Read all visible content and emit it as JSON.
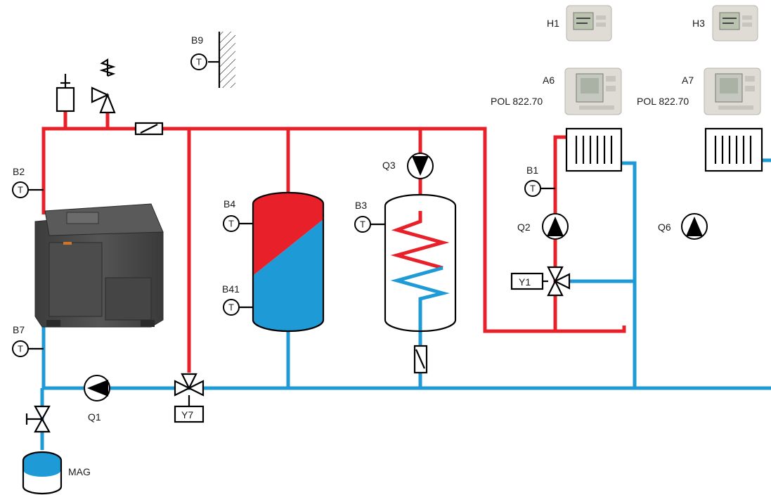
{
  "colors": {
    "supply": "#e8202a",
    "return": "#1e9ad6",
    "boiler": "#4a4a4a",
    "device": "#dcdad2"
  },
  "sensor_symbol": "T",
  "labels": {
    "B9": "B9",
    "B2": "B2",
    "B7": "B7",
    "B4": "B4",
    "B41": "B41",
    "B3": "B3",
    "B1": "B1",
    "Q1": "Q1",
    "Q2": "Q2",
    "Q3": "Q3",
    "Q6": "Q6",
    "Y1": "Y1",
    "Y7": "Y7",
    "MAG": "MAG",
    "H1": "H1",
    "H3": "H3",
    "A6": "A6",
    "A7": "A7",
    "POL_A6": "POL 822.70",
    "POL_A7": "POL 822.70"
  }
}
